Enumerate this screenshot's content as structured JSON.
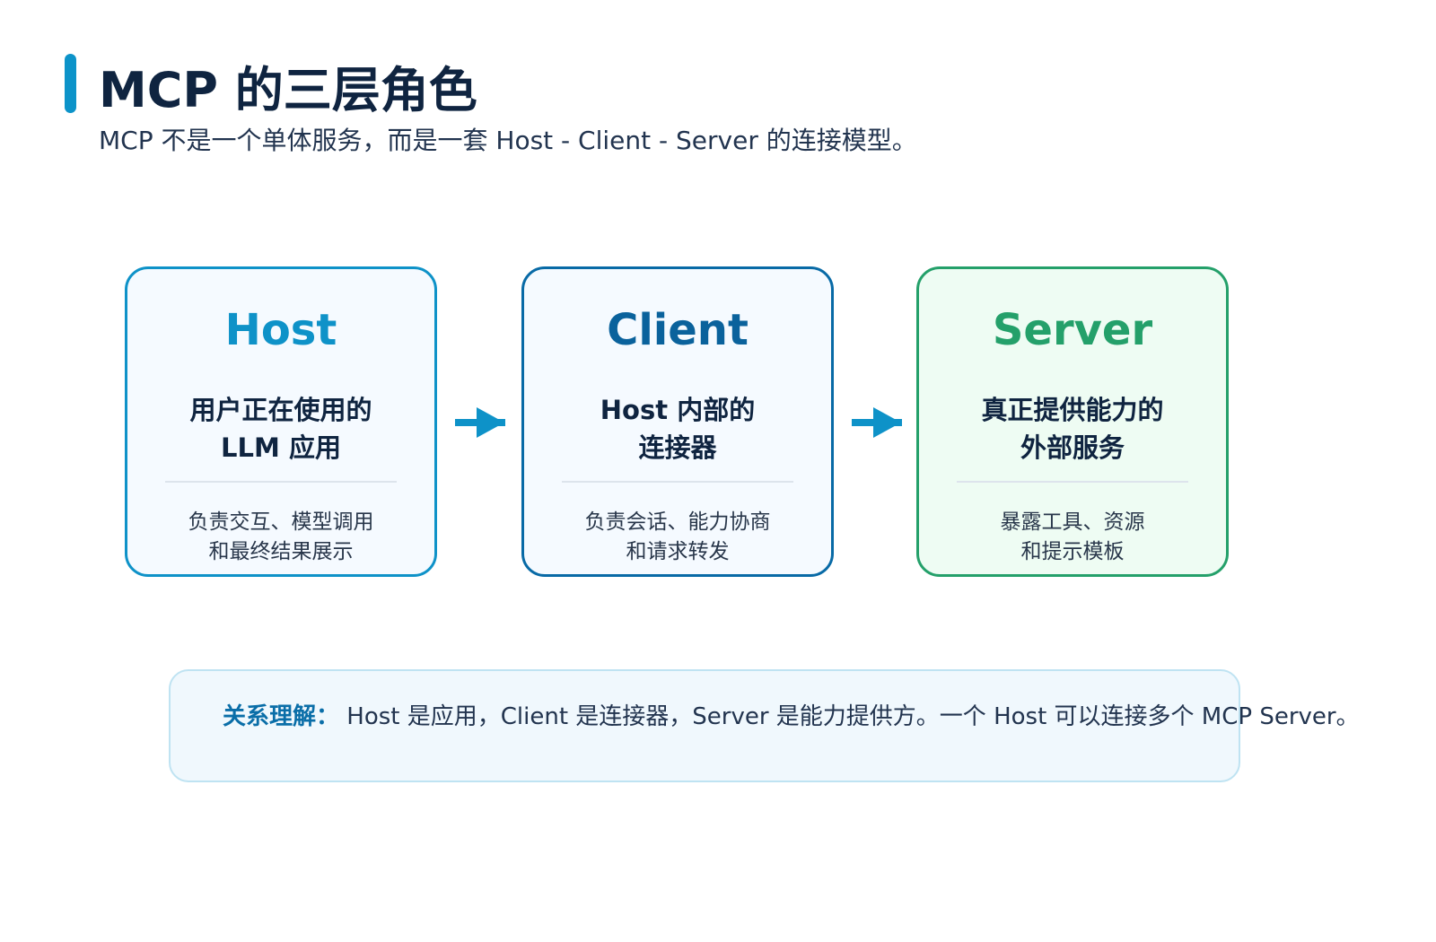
{
  "header": {
    "title": "MCP 的三层角色",
    "subtitle": "MCP 不是一个单体服务，而是一套 Host - Client - Server 的连接模型。"
  },
  "cards": [
    {
      "name": "Host",
      "role_lines": [
        "用户正在使用的",
        "LLM 应用"
      ],
      "desc_lines": [
        "负责交互、模型调用",
        "和最终结果展示"
      ]
    },
    {
      "name": "Client",
      "role_lines": [
        "Host 内部的",
        "连接器"
      ],
      "desc_lines": [
        "负责会话、能力协商",
        "和请求转发"
      ]
    },
    {
      "name": "Server",
      "role_lines": [
        "真正提供能力的",
        "外部服务"
      ],
      "desc_lines": [
        "暴露工具、资源",
        "和提示模板"
      ]
    }
  ],
  "note": {
    "label": "关系理解：",
    "text": "Host 是应用，Client 是连接器，Server 是能力提供方。一个 Host 可以连接多个 MCP Server。"
  },
  "colors": {
    "accent": "#0e92c8",
    "host": "#0e92c8",
    "client": "#0a629c",
    "server": "#24a06a",
    "title": "#0f2440",
    "note_label": "#0a6ea8"
  }
}
